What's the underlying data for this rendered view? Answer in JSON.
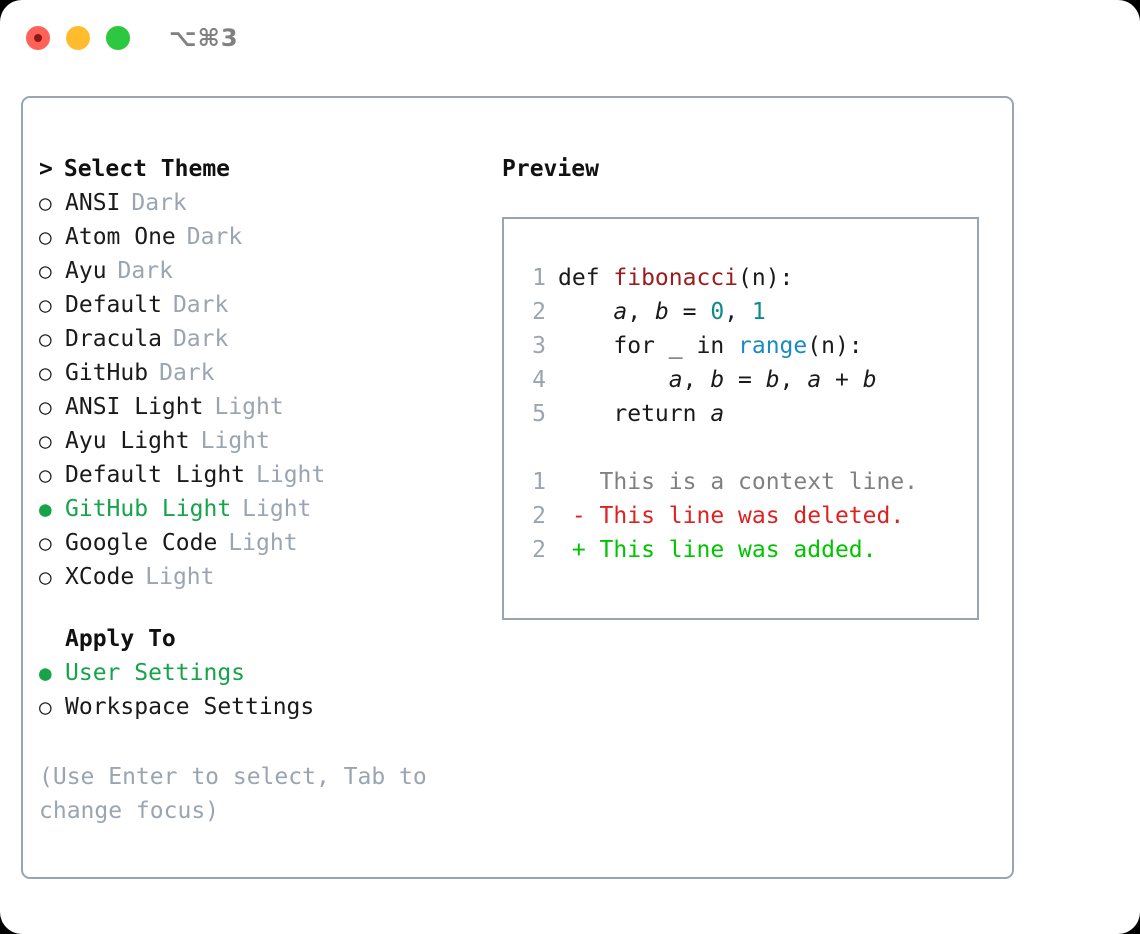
{
  "titlebar": {
    "shortcut": "⌥⌘3",
    "lights": {
      "close_label": "close",
      "minimize_label": "minimize",
      "zoom_label": "zoom"
    }
  },
  "theme_picker": {
    "header": "Select Theme",
    "caret": ">",
    "bullet_off": "○",
    "bullet_on": "●",
    "selected_color": "#16a34a",
    "items": [
      {
        "name": "ANSI",
        "variant": "Dark",
        "selected": false
      },
      {
        "name": "Atom One",
        "variant": "Dark",
        "selected": false
      },
      {
        "name": "Ayu",
        "variant": "Dark",
        "selected": false
      },
      {
        "name": "Default",
        "variant": "Dark",
        "selected": false
      },
      {
        "name": "Dracula",
        "variant": "Dark",
        "selected": false
      },
      {
        "name": "GitHub",
        "variant": "Dark",
        "selected": false
      },
      {
        "name": "ANSI Light",
        "variant": "Light",
        "selected": false
      },
      {
        "name": "Ayu Light",
        "variant": "Light",
        "selected": false
      },
      {
        "name": "Default Light",
        "variant": "Light",
        "selected": false
      },
      {
        "name": "GitHub Light",
        "variant": "Light",
        "selected": true
      },
      {
        "name": "Google Code",
        "variant": "Light",
        "selected": false
      },
      {
        "name": "XCode",
        "variant": "Light",
        "selected": false
      }
    ]
  },
  "apply_to": {
    "header": "Apply To",
    "options": [
      {
        "label": "User Settings",
        "selected": true
      },
      {
        "label": "Workspace Settings",
        "selected": false
      }
    ]
  },
  "help": {
    "text": "(Use Enter to select, Tab to change focus)"
  },
  "preview": {
    "title": "Preview",
    "code_lines": [
      {
        "lineno": "1",
        "tokens": [
          {
            "text": "def ",
            "kind": "plain"
          },
          {
            "text": "fibonacci",
            "kind": "fn"
          },
          {
            "text": "(n):",
            "kind": "plain"
          }
        ]
      },
      {
        "lineno": "2",
        "tokens": [
          {
            "text": "    ",
            "kind": "plain"
          },
          {
            "text": "a",
            "kind": "var"
          },
          {
            "text": ", ",
            "kind": "plain"
          },
          {
            "text": "b",
            "kind": "var"
          },
          {
            "text": " = ",
            "kind": "plain"
          },
          {
            "text": "0",
            "kind": "num"
          },
          {
            "text": ", ",
            "kind": "plain"
          },
          {
            "text": "1",
            "kind": "num"
          }
        ]
      },
      {
        "lineno": "3",
        "tokens": [
          {
            "text": "    for _ in ",
            "kind": "plain"
          },
          {
            "text": "range",
            "kind": "builtin"
          },
          {
            "text": "(n):",
            "kind": "plain"
          }
        ]
      },
      {
        "lineno": "4",
        "tokens": [
          {
            "text": "        ",
            "kind": "plain"
          },
          {
            "text": "a",
            "kind": "var"
          },
          {
            "text": ", ",
            "kind": "plain"
          },
          {
            "text": "b",
            "kind": "var"
          },
          {
            "text": " = ",
            "kind": "plain"
          },
          {
            "text": "b",
            "kind": "var"
          },
          {
            "text": ", ",
            "kind": "plain"
          },
          {
            "text": "a",
            "kind": "var"
          },
          {
            "text": " + ",
            "kind": "plain"
          },
          {
            "text": "b",
            "kind": "var"
          }
        ]
      },
      {
        "lineno": "5",
        "tokens": [
          {
            "text": "    return ",
            "kind": "plain"
          },
          {
            "text": "a",
            "kind": "var"
          }
        ]
      }
    ],
    "diff_lines": [
      {
        "lineno": "1",
        "marker": " ",
        "text": "This is a context line.",
        "kind": "context"
      },
      {
        "lineno": "2",
        "marker": "-",
        "text": "This line was deleted.",
        "kind": "del"
      },
      {
        "lineno": "2",
        "marker": "+",
        "text": "This line was added.",
        "kind": "add"
      }
    ]
  }
}
